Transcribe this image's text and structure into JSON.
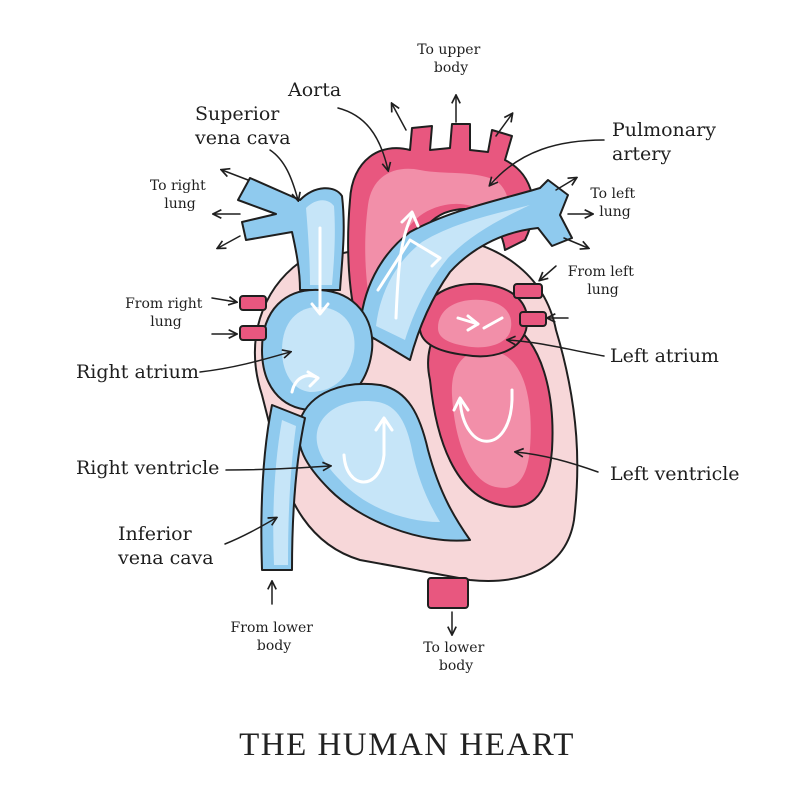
{
  "title": "THE HUMAN HEART",
  "labels": {
    "aorta": "Aorta",
    "superior_vena_cava": [
      "Superior",
      "vena cava"
    ],
    "pulmonary_artery": [
      "Pulmonary",
      "artery"
    ],
    "right_atrium": "Right atrium",
    "right_ventricle": "Right ventricle",
    "inferior_vena_cava": [
      "Inferior",
      "vena cava"
    ],
    "left_atrium": "Left atrium",
    "left_ventricle": "Left ventricle"
  },
  "flows": {
    "to_upper_body": [
      "To upper",
      "body"
    ],
    "to_right_lung": [
      "To right",
      "lung"
    ],
    "to_left_lung": [
      "To left",
      "lung"
    ],
    "from_right_lung": [
      "From right",
      "lung"
    ],
    "from_left_lung": [
      "From left",
      "lung"
    ],
    "from_lower_body": [
      "From lower",
      "body"
    ],
    "to_lower_body": [
      "To lower",
      "body"
    ]
  },
  "colors": {
    "deoxygenated": "#8fcaee",
    "deoxygenated_light": "#c6e5f8",
    "oxygenated": "#e8577f",
    "oxygenated_light": "#f28fa9",
    "wall": "#f7d7d9",
    "outline": "#1f1f1f"
  }
}
